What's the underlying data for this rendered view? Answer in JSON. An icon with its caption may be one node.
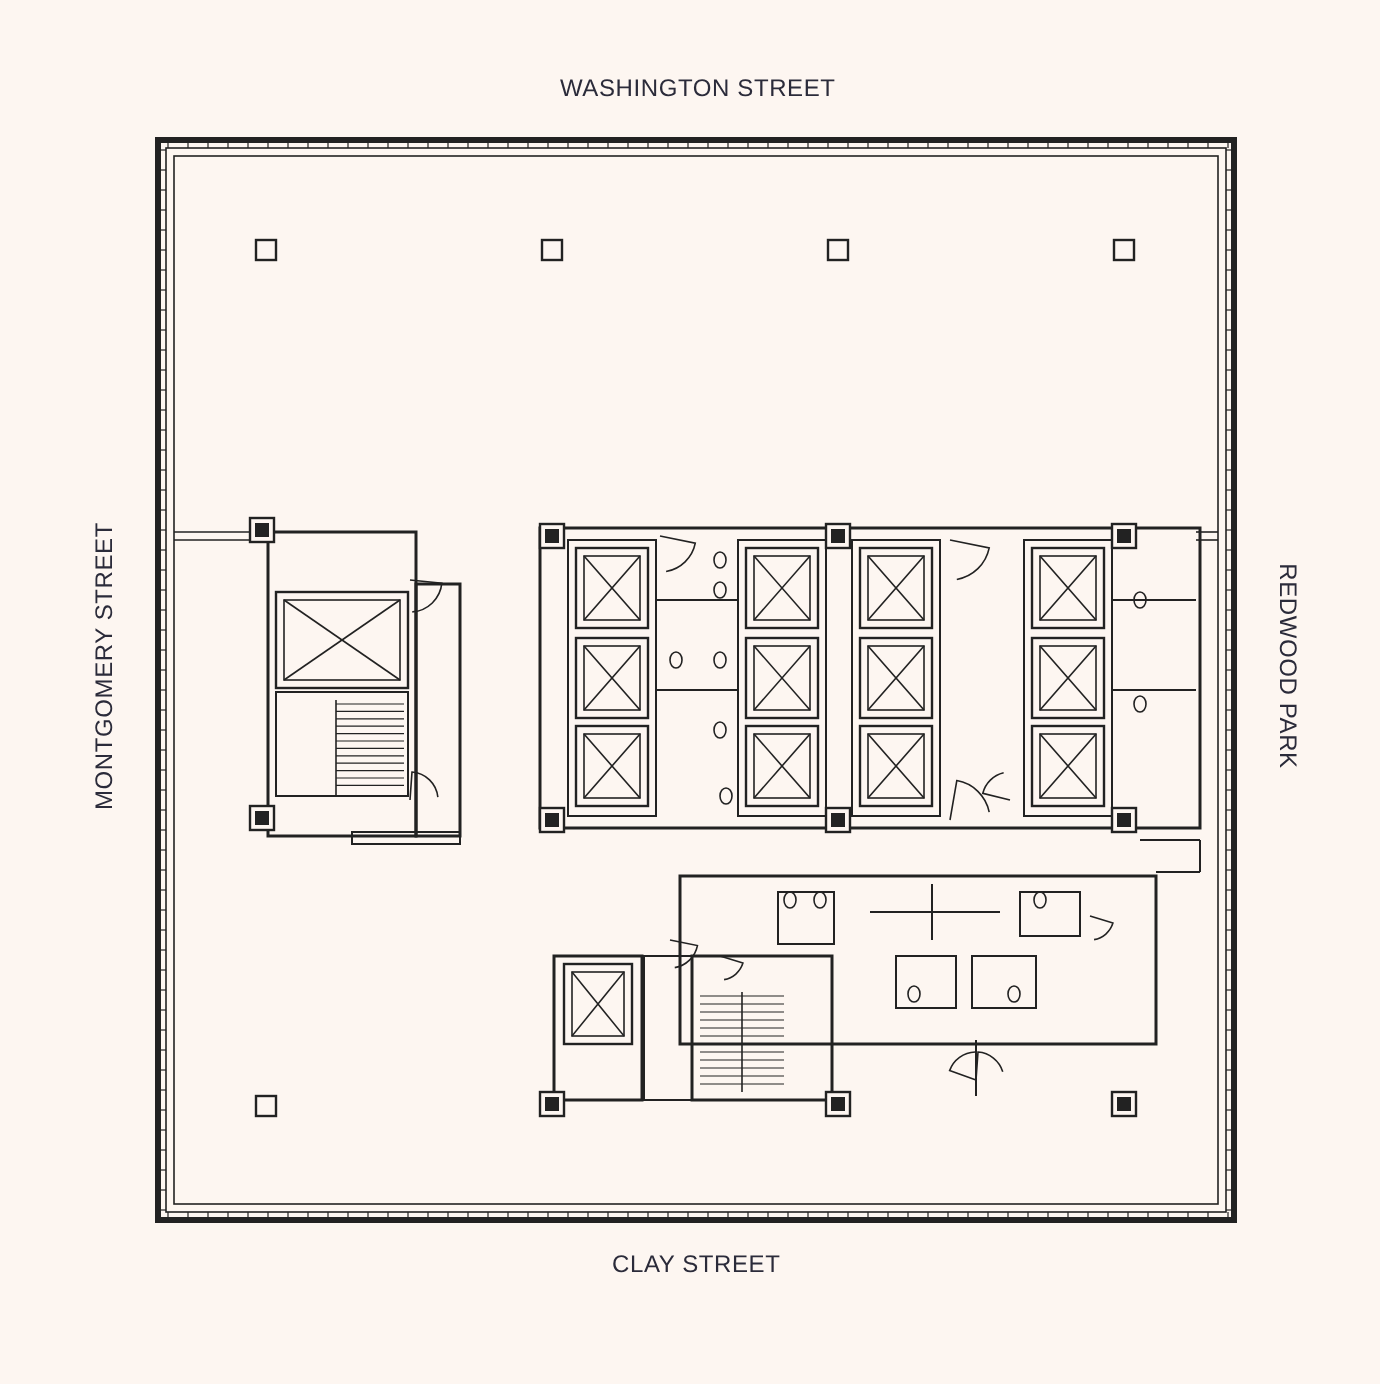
{
  "diagram": {
    "labels": [
      "WASHINGTON STREET",
      "MONTGOMERY STREET",
      "REDWOOD PARK",
      "CLAY STREET"
    ]
  }
}
